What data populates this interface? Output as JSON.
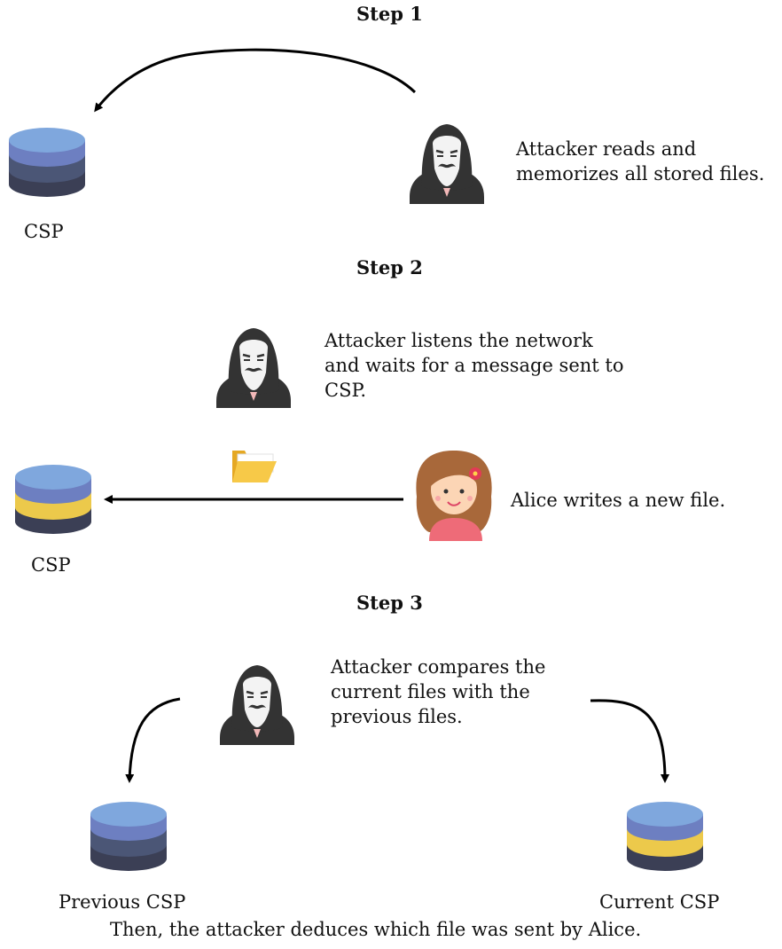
{
  "step1": {
    "title": "Step 1",
    "csp_label": "CSP",
    "caption_lines": [
      "Attacker reads and",
      "memorizes all stored files."
    ]
  },
  "step2": {
    "title": "Step 2",
    "attacker_lines": [
      "Attacker listens the network",
      "and waits for a message sent to",
      "CSP."
    ],
    "alice_caption": "Alice writes a new file.",
    "csp_label": "CSP"
  },
  "step3": {
    "title": "Step 3",
    "attacker_lines": [
      "Attacker compares the",
      "current files with the",
      "previous files."
    ],
    "previous_label": "Previous CSP",
    "current_label": "Current CSP",
    "conclusion": "Then, the attacker deduces which file was sent by Alice."
  },
  "colors": {
    "db_top": "#7fa7dd",
    "db_band_blue": "#6d7fc1",
    "db_band_slate": "#4b5676",
    "db_base": "#3b3f55",
    "db_yellow": "#ecc94b",
    "hood": "#333333",
    "mask": "#f3f3f3",
    "folder": "#f7c948",
    "alice_hair": "#a8683a",
    "alice_shirt": "#ee6b78",
    "arrow": "#000000"
  }
}
